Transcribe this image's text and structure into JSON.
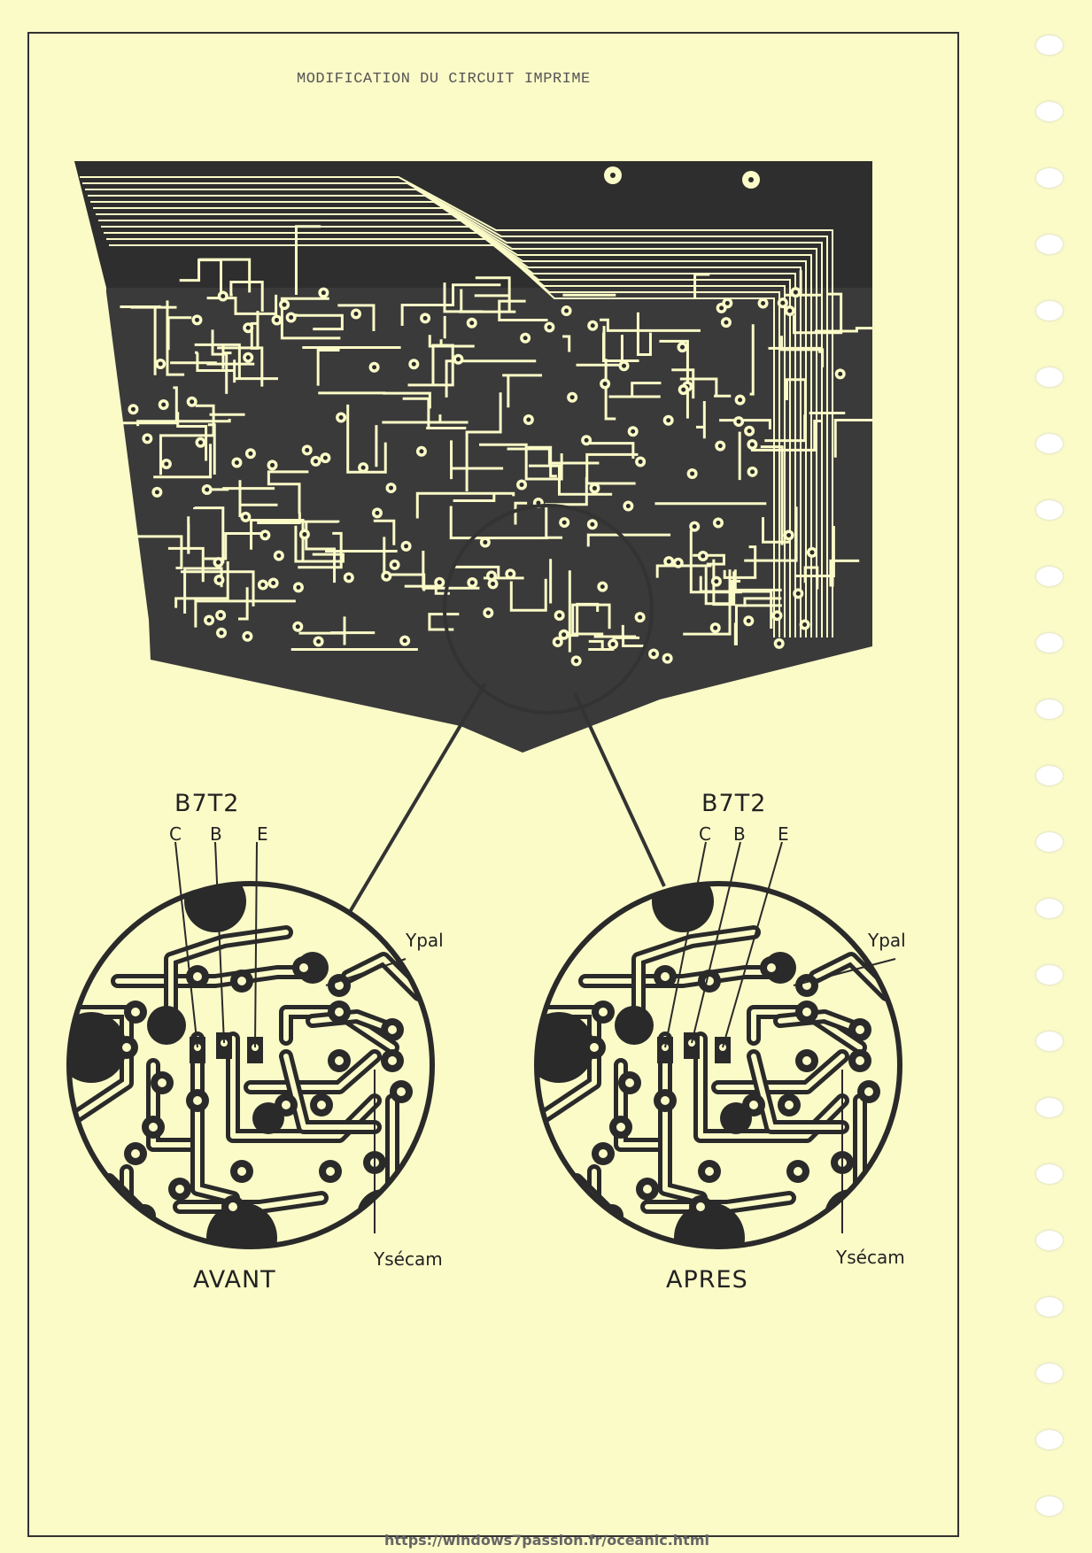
{
  "title": "MODIFICATION DU CIRCUIT IMPRIME",
  "url": "https://windows7passion.fr/oceanic.html",
  "panels": [
    {
      "transistor": "B7T2",
      "pins": [
        "C",
        "B",
        "E"
      ],
      "ypal": "Ypal",
      "ysecam": "Ysécam",
      "caption": "AVANT"
    },
    {
      "transistor": "B7T2",
      "pins": [
        "C",
        "B",
        "E"
      ],
      "ypal": "Ypal",
      "ysecam": "Ysécam",
      "caption": "APRES"
    }
  ],
  "colors": {
    "paper": "#fbfbc8",
    "ink": "#2a2a2a"
  }
}
